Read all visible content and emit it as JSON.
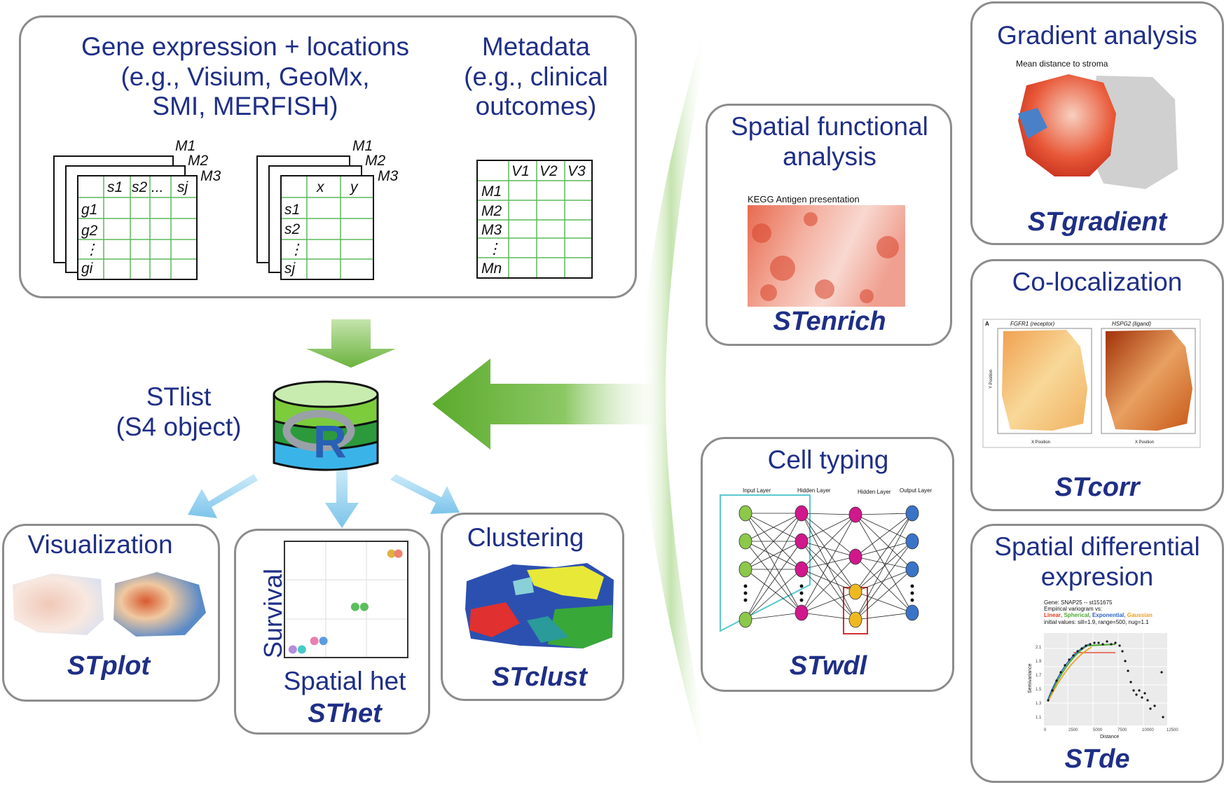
{
  "input": {
    "gene_title_lines": [
      "Gene expression + locations",
      "(e.g., Visium, GeoMx,",
      "SMI, MERFISH)"
    ],
    "meta_title_lines": [
      "Metadata",
      "(e.g., clinical",
      "outcomes)"
    ],
    "stack_labels": [
      "M1",
      "M2",
      "M3"
    ],
    "expr_cols": [
      "s1",
      "s2",
      "...",
      "sj"
    ],
    "expr_rows": [
      "g1",
      "g2",
      "⋮",
      "gi"
    ],
    "coord_cols": [
      "x",
      "y"
    ],
    "coord_rows": [
      "s1",
      "s2",
      "⋮",
      "sj"
    ],
    "meta_cols": [
      "V1",
      "V2",
      "V3"
    ],
    "meta_rows": [
      "M1",
      "M2",
      "M3",
      "⋮",
      "Mn"
    ]
  },
  "center": {
    "title_lines": [
      "STlist",
      "(S4 object)"
    ],
    "logo": "R"
  },
  "modules": {
    "visualization": {
      "title": "Visualization",
      "fn": "STplot"
    },
    "spatial_het": {
      "ylabel": "Survival",
      "xlabel": "Spatial het",
      "fn": "SThet"
    },
    "clustering": {
      "title": "Clustering",
      "fn": "STclust"
    },
    "enrich": {
      "title_lines": [
        "Spatial functional",
        "analysis"
      ],
      "fn": "STenrich",
      "plot_caption": "KEGG Antigen presentation"
    },
    "wdl": {
      "title": "Cell typing",
      "fn": "STwdl",
      "layers": [
        "Input Layer",
        "Hidden Layer",
        "Hidden Layer",
        "Output Layer"
      ]
    },
    "gradient": {
      "title": "Gradient analysis",
      "fn": "STgradient",
      "plot_caption": "Mean distance to stroma"
    },
    "coloc": {
      "title": "Co-localization",
      "fn": "STcorr",
      "panel_letter": "A",
      "panel_titles": [
        "FGFR1 (receptor)",
        "HSPG2 (ligand)"
      ],
      "axis_x": "X Position",
      "axis_y": "Y Position"
    },
    "de": {
      "title_lines": [
        "Spatial differential",
        "expresion"
      ],
      "fn": "STde",
      "header_lines": [
        "Gene: SNAP25 -- st151675",
        "Empirical variogram vs:"
      ],
      "model_names": [
        "Linear",
        "Spherical",
        "Exponential",
        "Gaussian"
      ],
      "initial_values": "initial values: sill=1.9, range=500, nug=1.1",
      "xlabel": "Distance",
      "ylabel": "Semivariance",
      "xticks": [
        "0",
        "2500",
        "5000",
        "7500",
        "10000",
        "12500"
      ],
      "yticks": [
        "2.1",
        "1.9",
        "1.7",
        "1.5",
        "1.3",
        "1.1"
      ]
    }
  },
  "colors": {
    "navy": "#1f2f86",
    "orange": "#f07820",
    "box_border": "#8c8c8c",
    "arrow_green": "#6cb33f",
    "arrow_blue": "#8ccbee",
    "grid_green": "#5cb85c",
    "model_linear": "#e8341c",
    "model_spherical": "#4aa832",
    "model_exponential": "#2a64c8",
    "model_gaussian": "#e8a020"
  },
  "scatter": {
    "type": "scatter",
    "xlim": [
      0,
      10
    ],
    "ylim": [
      0,
      10
    ],
    "points": [
      {
        "x": 0.3,
        "y": 0.3,
        "color": "#b48ce0"
      },
      {
        "x": 1.1,
        "y": 0.3,
        "color": "#48c8c8"
      },
      {
        "x": 2.2,
        "y": 1.1,
        "color": "#e880b0"
      },
      {
        "x": 3.0,
        "y": 1.1,
        "color": "#5a9ce0"
      },
      {
        "x": 5.8,
        "y": 4.3,
        "color": "#5cbe5c"
      },
      {
        "x": 6.6,
        "y": 4.3,
        "color": "#5cbe5c"
      },
      {
        "x": 9.0,
        "y": 9.3,
        "color": "#e0b040"
      },
      {
        "x": 9.6,
        "y": 9.3,
        "color": "#f08070"
      }
    ]
  }
}
